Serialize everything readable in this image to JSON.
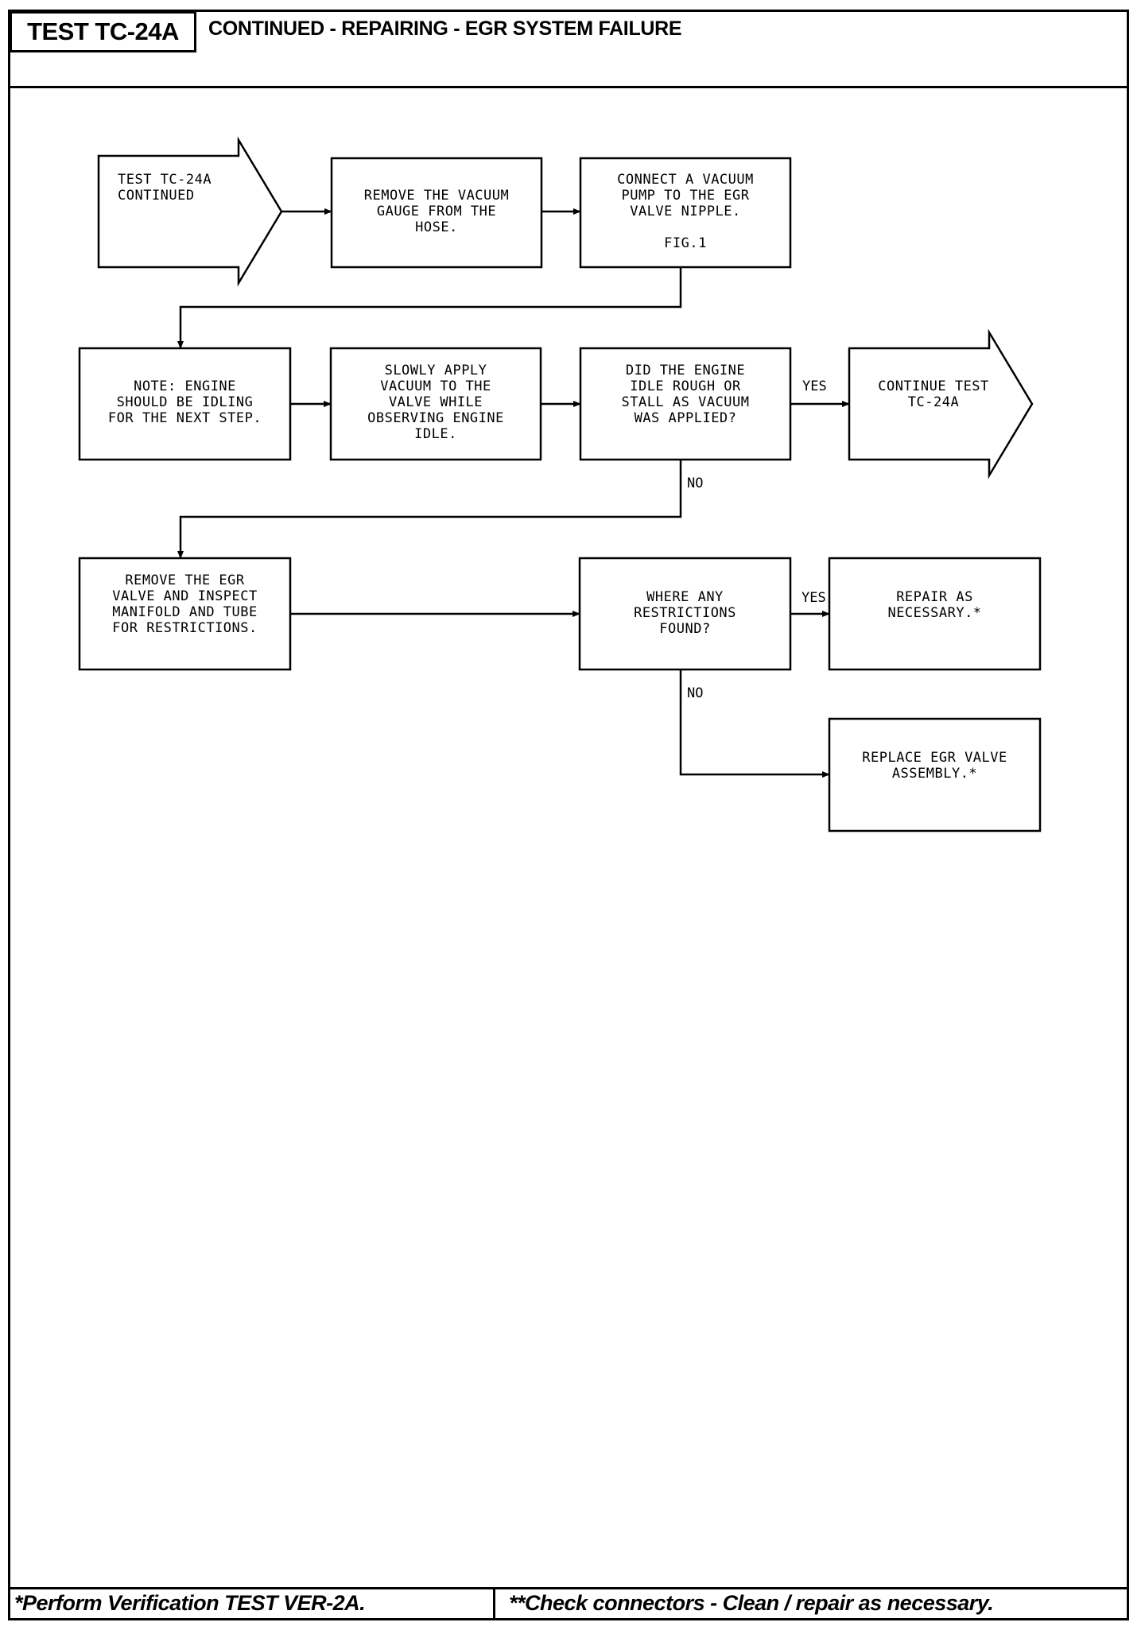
{
  "header": {
    "test_id": "TEST TC-24A",
    "title": "CONTINUED - REPAIRING - EGR SYSTEM FAILURE"
  },
  "flowchart": {
    "nodes": {
      "start": "TEST TC-24A\nCONTINUED",
      "remove_gauge": "REMOVE THE VACUUM\nGAUGE FROM THE\nHOSE.",
      "connect_pump": "CONNECT A VACUUM\nPUMP TO THE EGR\nVALVE NIPPLE.\n\nFIG.1",
      "note_idling": "NOTE: ENGINE\nSHOULD BE IDLING\nFOR THE NEXT STEP.",
      "apply_vacuum": "SLOWLY APPLY\nVACUUM TO THE\nVALVE WHILE\nOBSERVING ENGINE\nIDLE.",
      "did_engine": "DID THE ENGINE\nIDLE ROUGH OR\nSTALL AS VACUUM\nWAS APPLIED?",
      "continue_test": "CONTINUE TEST\nTC-24A",
      "remove_valve": "REMOVE THE EGR\nVALVE AND INSPECT\nMANIFOLD AND TUBE\nFOR RESTRICTIONS.",
      "restrictions_found": "WHERE ANY\nRESTRICTIONS\nFOUND?",
      "repair": "REPAIR AS\nNECESSARY.*",
      "replace_valve": "REPLACE EGR VALVE\nASSEMBLY.*"
    },
    "edge_labels": {
      "yes_1": "YES",
      "no_1": "NO",
      "yes_2": "YES",
      "no_2": "NO"
    }
  },
  "footer": {
    "left_note": "*Perform Verification TEST VER-2A.",
    "right_note": "**Check connectors - Clean / repair as necessary."
  }
}
